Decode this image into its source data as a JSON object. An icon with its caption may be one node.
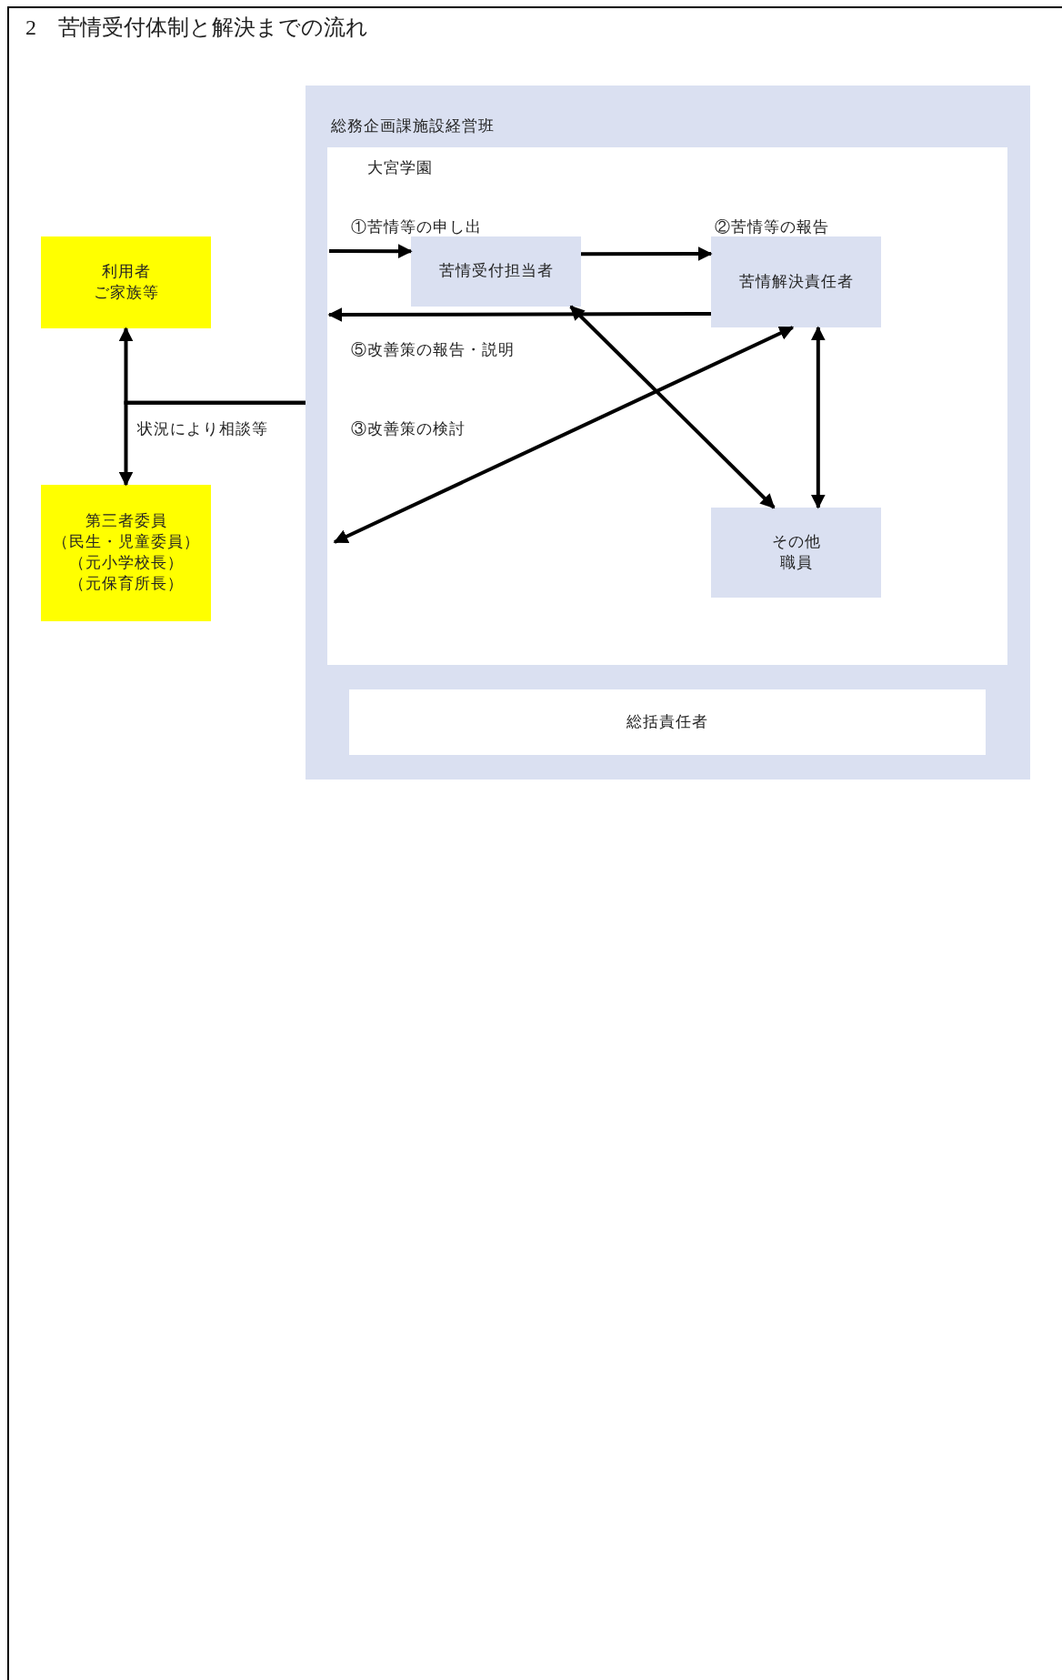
{
  "diagram": {
    "title": "2　苦情受付体制と解決までの流れ",
    "nodes": [
      {
        "text": [
          "総務企画課施設経営班"
        ]
      },
      {
        "text": [
          "大宮学園"
        ],
        "in": 0
      },
      {
        "text": [
          "苦情受付担当者"
        ],
        "in": 1
      },
      {
        "text": [
          "苦情解決責任者"
        ],
        "in": 1
      },
      {
        "text": [
          "その他",
          "職員"
        ],
        "in": 1
      },
      {
        "text": [
          "総括責任者"
        ],
        "in": 0
      },
      {
        "text": [
          "利用者",
          "ご家族等"
        ]
      },
      {
        "text": [
          "第三者委員",
          "（民生・児童委員）",
          "（元小学校長）",
          "（元保育所長）"
        ]
      }
    ],
    "edges": [
      {
        "from": null,
        "to": 2,
        "arrow": "to",
        "label": "①苦情等の申し出"
      },
      {
        "from": 2,
        "to": 3,
        "arrow": "to",
        "label": "②苦情等の報告"
      },
      {
        "from": 3,
        "to": null,
        "arrow": "to",
        "label": "⑤改善策の報告・説明"
      },
      {
        "from": 3,
        "to": null,
        "arrow": "both",
        "label": "③改善策の検討"
      },
      {
        "from": 2,
        "to": 4,
        "arrow": "both"
      },
      {
        "from": 3,
        "to": 4,
        "arrow": "both"
      },
      {
        "from": 0,
        "to": 6,
        "arrow": "to"
      },
      {
        "from": 0,
        "to": 7,
        "arrow": "to",
        "label": "状況により相談等"
      }
    ]
  }
}
